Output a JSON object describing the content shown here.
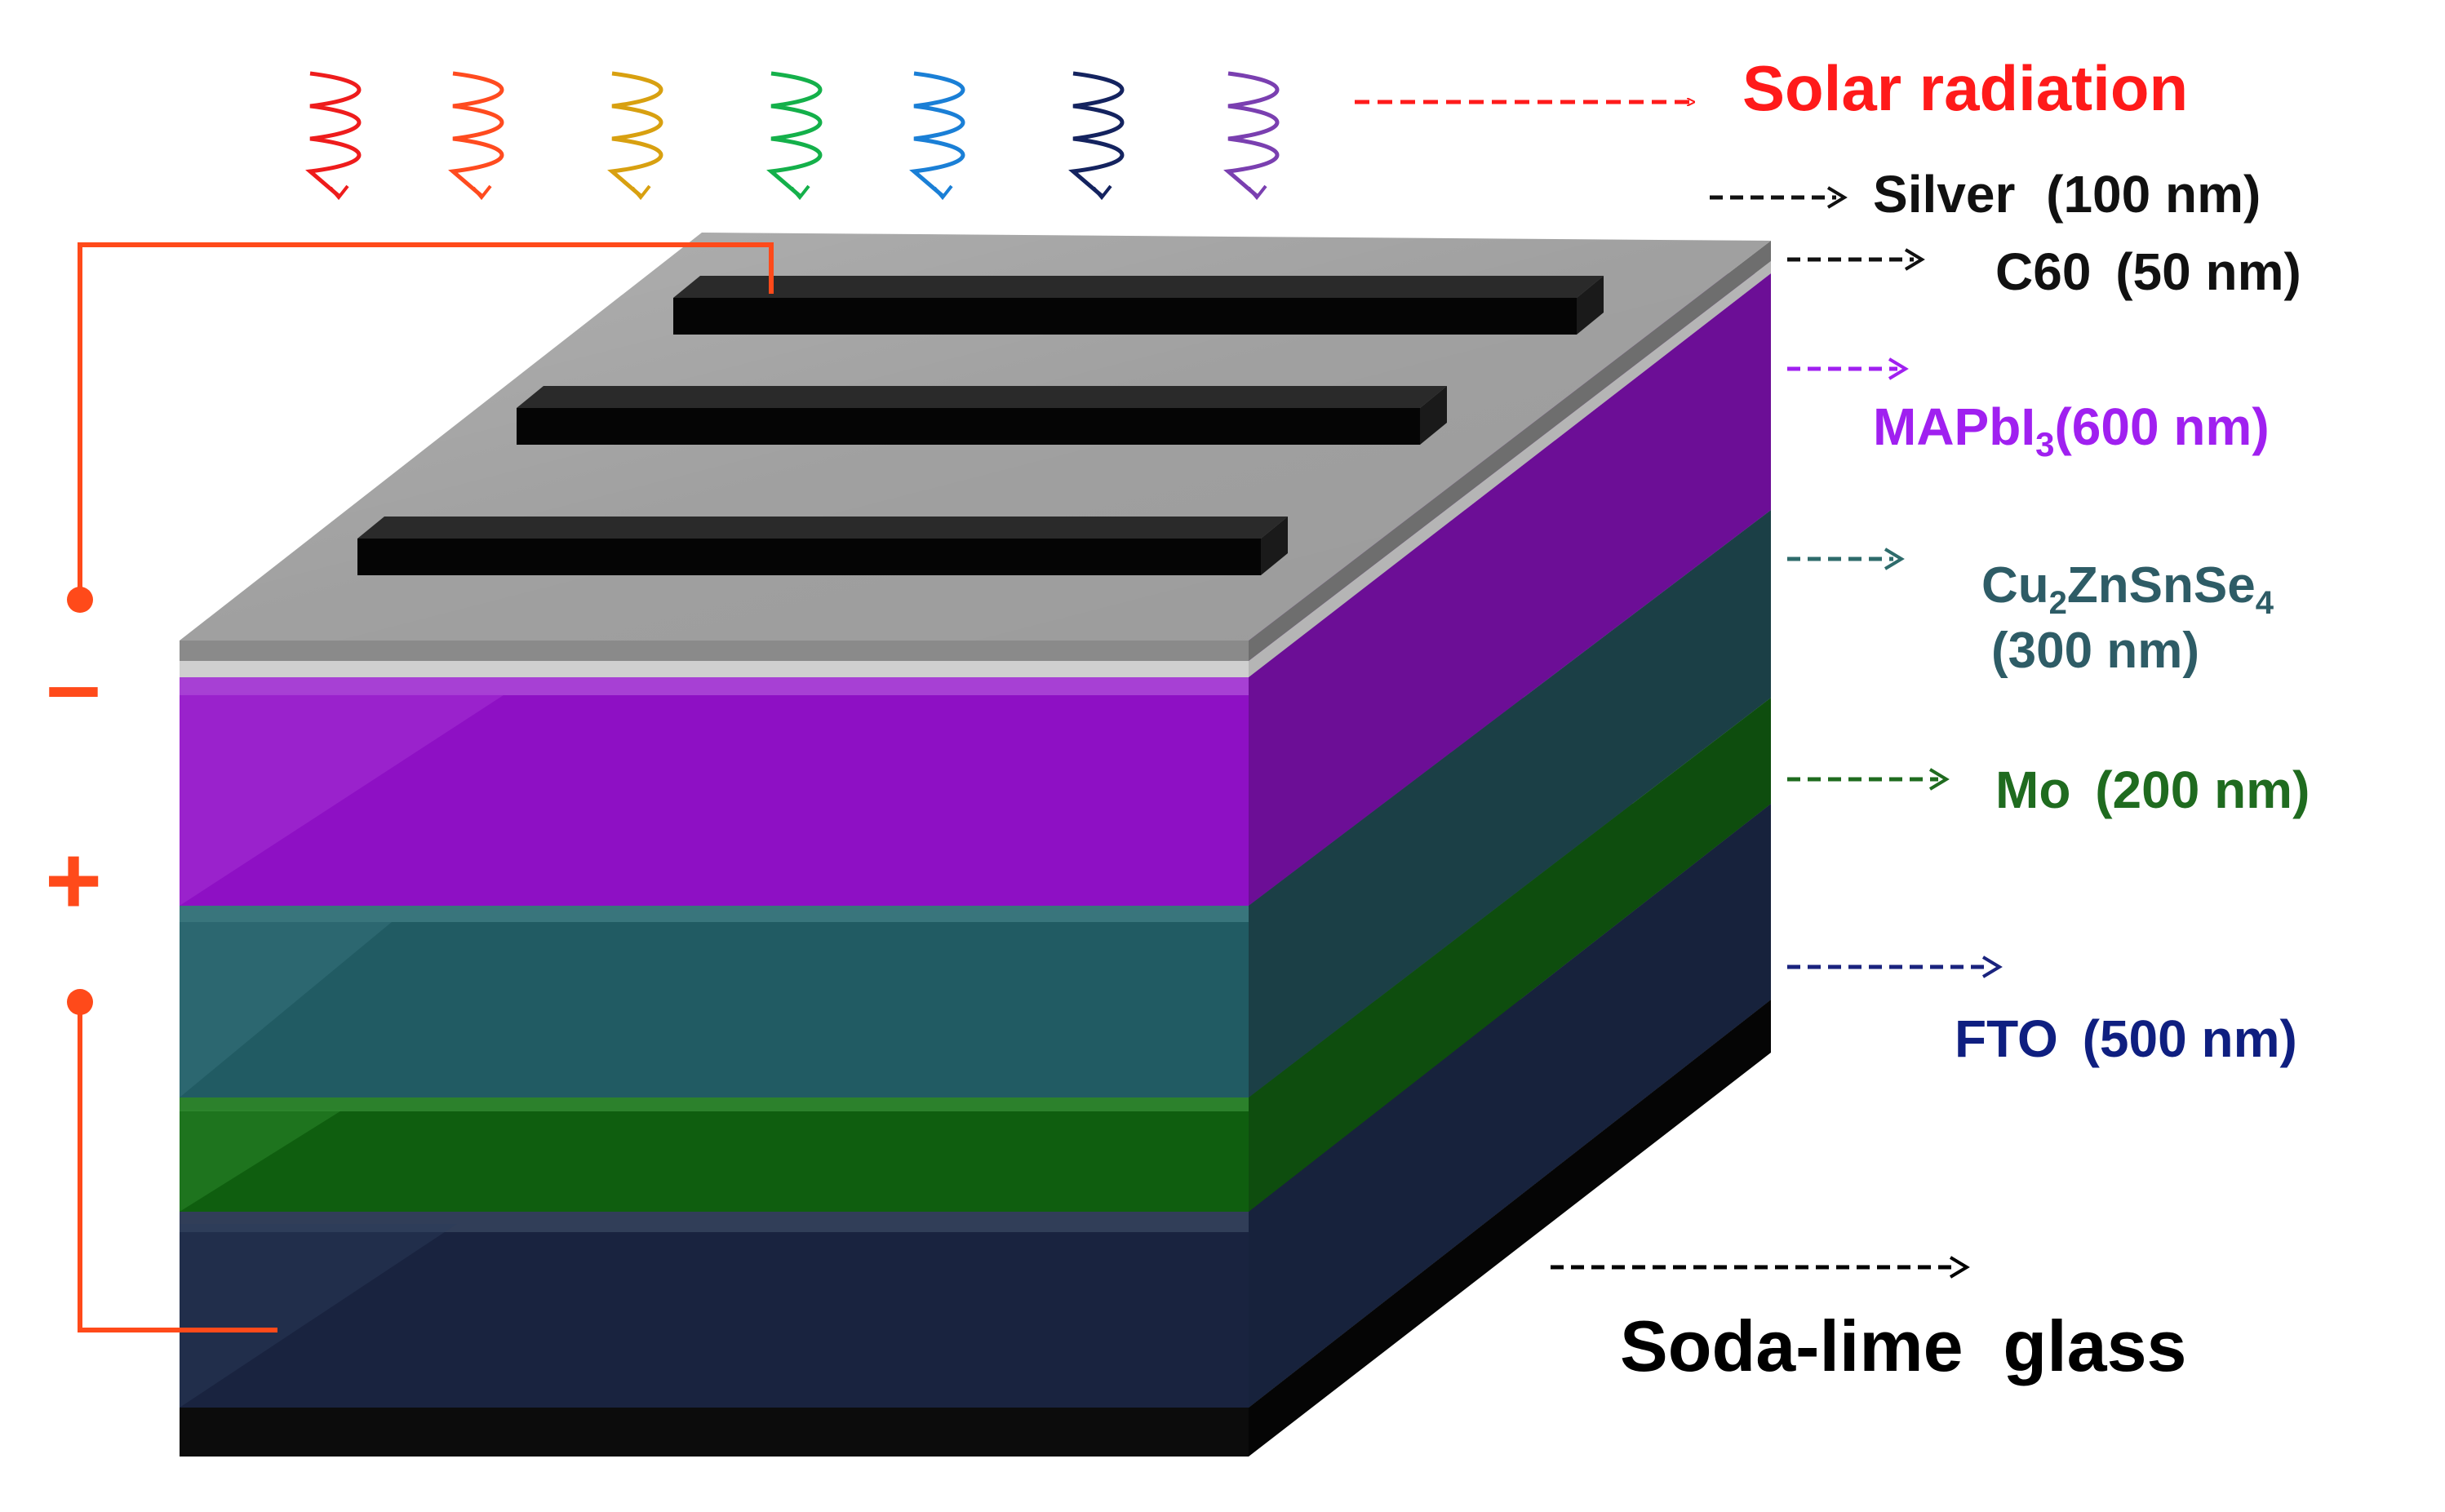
{
  "title": "",
  "solar": {
    "label": "Solar radiation",
    "color": "#ff1a1a",
    "wave_colors": [
      "#ee1c1c",
      "#ff4b1f",
      "#d8a010",
      "#14b04a",
      "#1a7fd6",
      "#14235f",
      "#7a3fb0"
    ]
  },
  "layers": [
    {
      "id": "silver",
      "name": "Silver",
      "thickness": "(100 nm)",
      "label_color": "#111111",
      "arrow_color": "#111111",
      "fill": "#9a9a9a"
    },
    {
      "id": "c60",
      "name": "C60",
      "thickness": "(50 nm)",
      "label_color": "#111111",
      "arrow_color": "#111111",
      "fill": "#c9c9c9"
    },
    {
      "id": "mapbi3",
      "name_main": "MAPbI",
      "name_sub": "3",
      "thickness": "(600 nm)",
      "label_color": "#a020f0",
      "arrow_color": "#a020f0",
      "fill": "#9a18c9"
    },
    {
      "id": "czts",
      "name_a": "Cu",
      "sub_a": "2",
      "name_b": "ZnSnSe",
      "sub_b": "4",
      "thickness": "(300 nm)",
      "label_color": "#2e5c66",
      "arrow_color": "#2e6b6b",
      "fill": "#2c6670"
    },
    {
      "id": "mo",
      "name": "Mo",
      "thickness": "(200 nm)",
      "label_color": "#1f6b1f",
      "arrow_color": "#1f6b1f",
      "fill": "#1c7a1c"
    },
    {
      "id": "fto",
      "name": "FTO",
      "thickness": "(500 nm)",
      "label_color": "#0f1f80",
      "arrow_color": "#1a237e",
      "fill": "#1e2b48"
    },
    {
      "id": "glass",
      "name": "Soda-lime  glass",
      "label_color": "#000000",
      "arrow_color": "#000000",
      "fill": "#0a0a0a"
    }
  ],
  "electrodes": {
    "negative": "–",
    "positive": "+",
    "circuit_color": "#ff4a1a"
  }
}
